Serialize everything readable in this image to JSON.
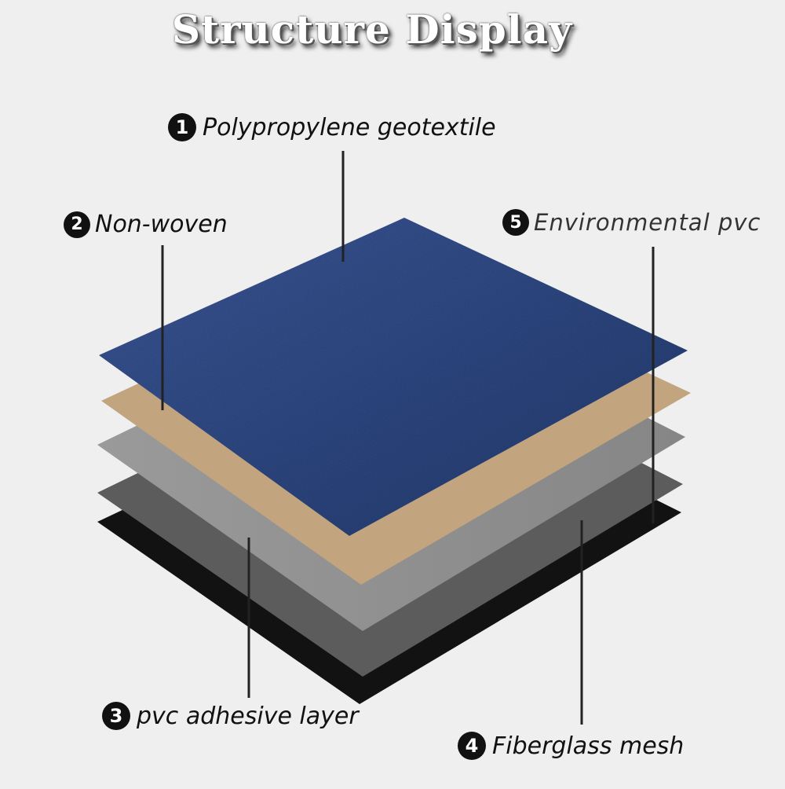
{
  "title": "Structure Display",
  "colors": {
    "background": "#efefef",
    "carpet": "#2f4a86",
    "non_woven": "#c2a47e",
    "pvc_light": "#8e8e8e",
    "pvc_dark": "#5c5c5c",
    "backing": "#121212",
    "leader_line": "#222222"
  },
  "labels": [
    {
      "number": "1",
      "text": "Polypropylene geotextile"
    },
    {
      "number": "2",
      "text": "Non-woven"
    },
    {
      "number": "3",
      "text": "pvc adhesive layer"
    },
    {
      "number": "4",
      "text": "Fiberglass mesh"
    },
    {
      "number": "5",
      "text": "Environmental pvc"
    }
  ]
}
